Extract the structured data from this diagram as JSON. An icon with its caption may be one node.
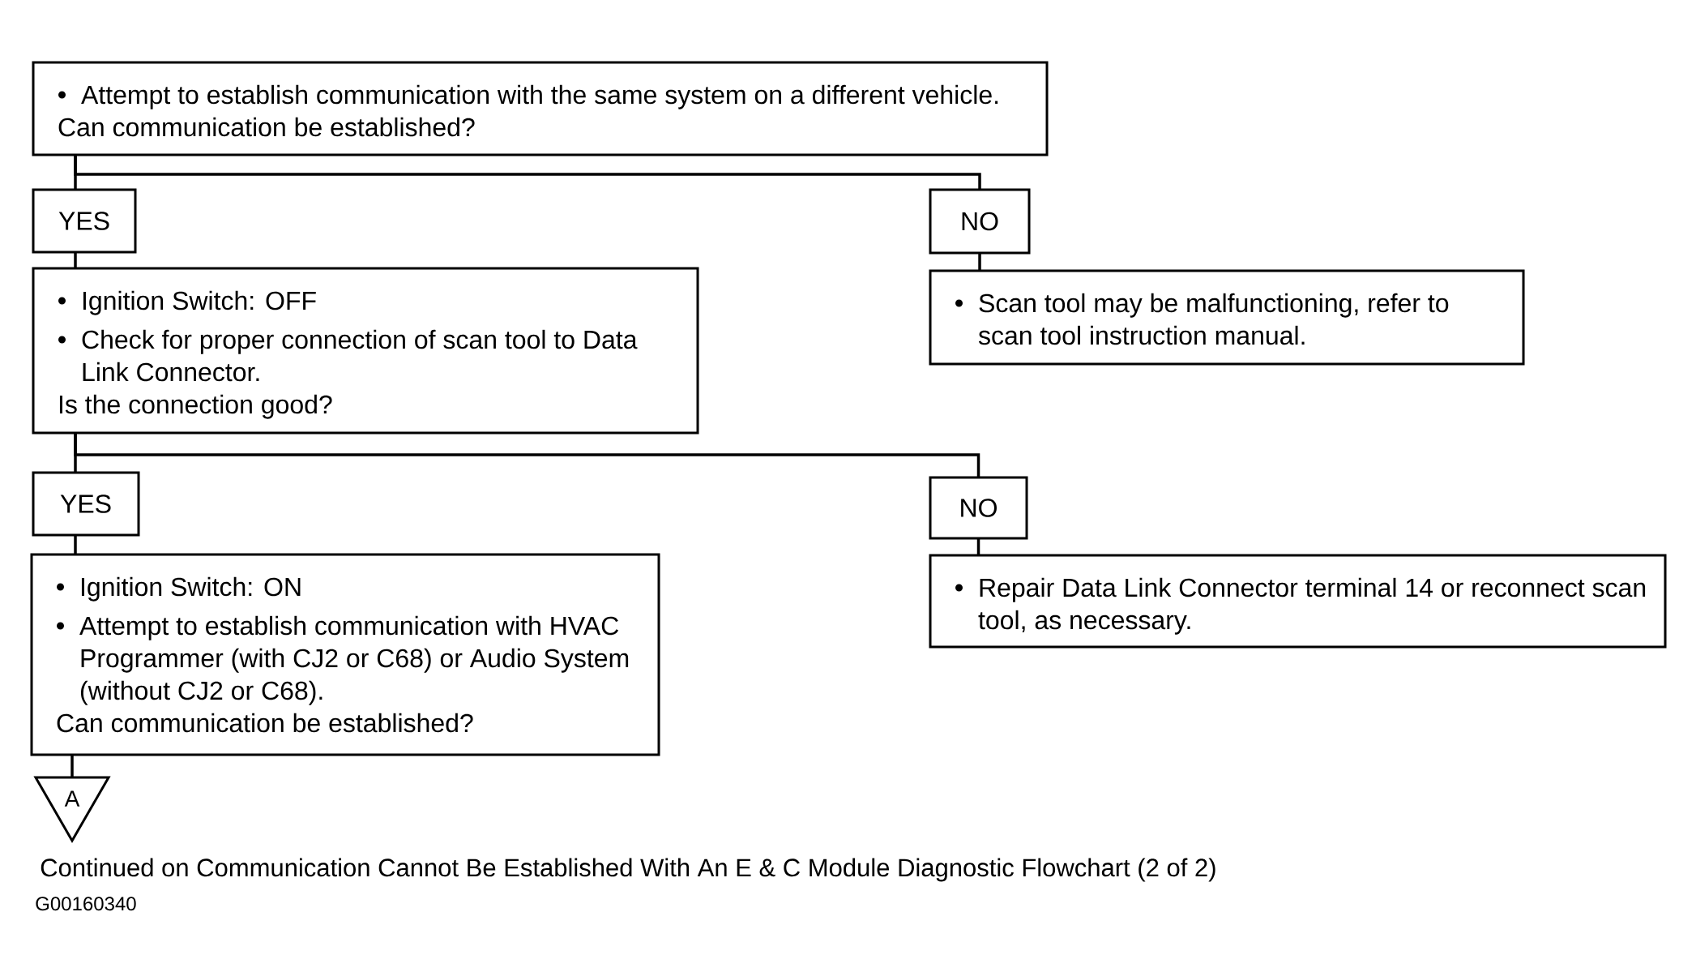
{
  "diagram": {
    "caption": "Continued on Communication Cannot Be Established With An E & C Module Diagnostic Flowchart (2 of 2)",
    "nodes": [
      {
        "text": [
          "Attempt to establish communication with the same system on a different vehicle.",
          "Can communication be established?"
        ]
      },
      {
        "text": [
          "YES"
        ]
      },
      {
        "text": [
          "NO"
        ]
      },
      {
        "text": [
          "Ignition Switch: OFF",
          "Check for proper connection of scan tool to Data Link Connector.",
          "Is the connection good?"
        ]
      },
      {
        "text": [
          "Scan tool may be malfunctioning, refer to scan tool instruction manual."
        ]
      },
      {
        "text": [
          "YES"
        ]
      },
      {
        "text": [
          "NO"
        ]
      },
      {
        "text": [
          "Ignition Switch: ON",
          "Attempt to establish communication with HVAC Programmer (with CJ2 or C68) or Audio System (without CJ2 or C68).",
          "Can communication be established?"
        ]
      },
      {
        "text": [
          "Repair Data Link Connector terminal 14 or reconnect scan tool, as necessary."
        ]
      },
      {
        "text": [
          "A"
        ]
      }
    ],
    "edges": [
      {
        "from": 0,
        "to": 1,
        "arrow": "none"
      },
      {
        "from": 0,
        "to": 2,
        "arrow": "none"
      },
      {
        "from": 1,
        "to": 3,
        "arrow": "none"
      },
      {
        "from": 2,
        "to": 4,
        "arrow": "none"
      },
      {
        "from": 3,
        "to": 5,
        "arrow": "none"
      },
      {
        "from": 3,
        "to": 6,
        "arrow": "none"
      },
      {
        "from": 5,
        "to": 7,
        "arrow": "none"
      },
      {
        "from": 6,
        "to": 8,
        "arrow": "none"
      },
      {
        "from": 7,
        "to": 9,
        "arrow": "none"
      }
    ],
    "labels": [
      "G00160340"
    ]
  }
}
